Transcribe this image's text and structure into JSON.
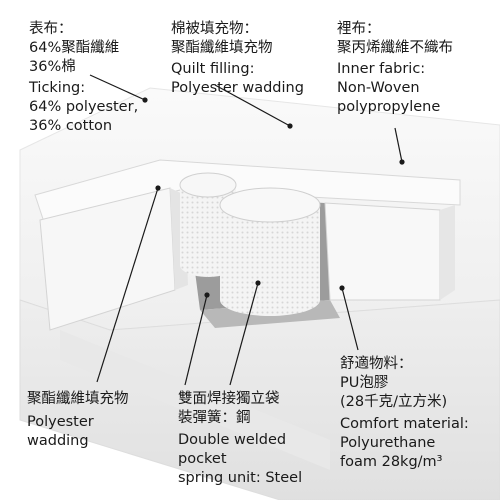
{
  "labels": {
    "ticking": {
      "zh": [
        "表布：",
        "64%聚酯纖維",
        "36%棉"
      ],
      "en": [
        "Ticking:",
        "64% polyester,",
        "36% cotton"
      ]
    },
    "quilt_filling": {
      "zh": [
        "棉被填充物：",
        "聚酯纖維填充物"
      ],
      "en": [
        "Quilt filling:",
        "Polyester wadding"
      ]
    },
    "inner_fabric": {
      "zh": [
        "裡布：",
        "聚丙烯纖維不織布"
      ],
      "en": [
        "Inner fabric:",
        "Non-Woven",
        "polypropylene"
      ]
    },
    "polyester_wadding": {
      "zh": [
        "聚酯纖維填充物"
      ],
      "en": [
        "Polyester",
        "wadding"
      ]
    },
    "spring_unit": {
      "zh": [
        "雙面焊接獨立袋",
        "裝彈簧：鋼"
      ],
      "en": [
        "Double welded",
        "pocket",
        "spring unit: Steel"
      ]
    },
    "comfort_material": {
      "zh": [
        "舒適物料：",
        "PU泡膠",
        "(28千克/立方米)"
      ],
      "en": [
        "Comfort material:",
        "Polyurethane",
        "foam 28kg/m³"
      ]
    }
  },
  "colors": {
    "background": "#ffffff",
    "mattress": "#f3f3f3",
    "mattress_edge": "#e2e2e2",
    "cavity": "#9c9c9c",
    "text": "#1a1a1a"
  }
}
